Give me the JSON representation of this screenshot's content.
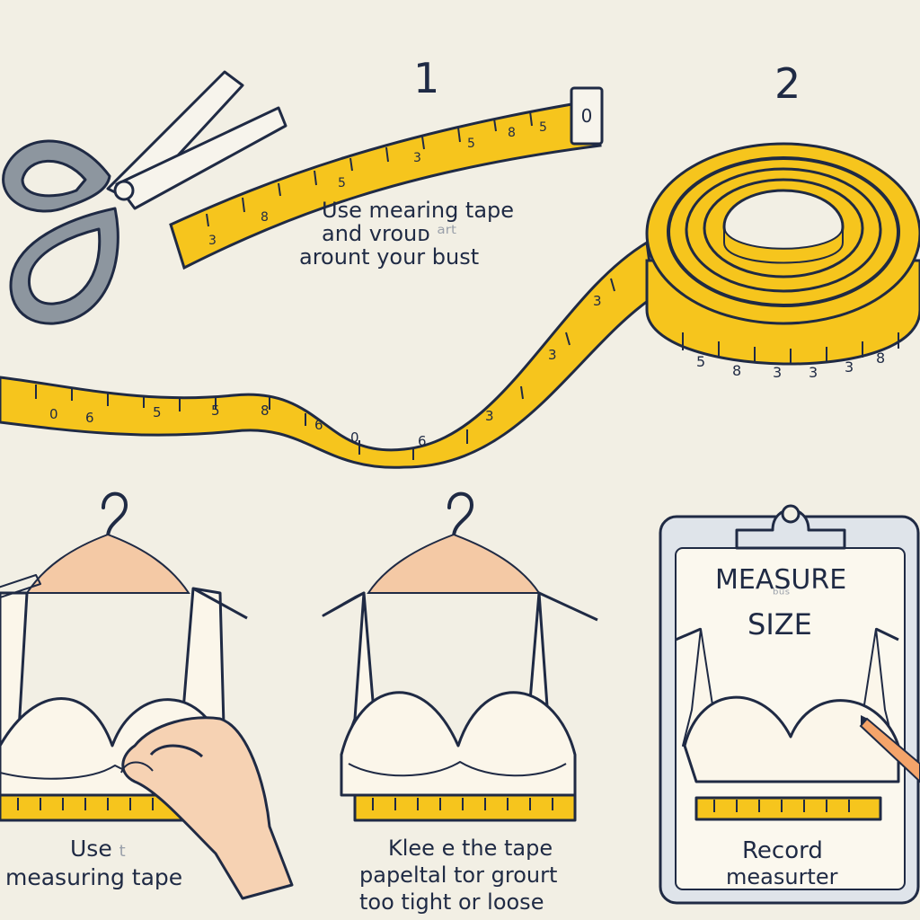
{
  "steps": {
    "one": "1",
    "two": "2"
  },
  "top_caption": {
    "line1": "Use  mearing tape",
    "line2": "and vrouᴅ",
    "line2_faded": "ᵃʳᵗ",
    "line3": "arount your bust"
  },
  "clipboard": {
    "title_line1": "MEASURE",
    "title_faded": "ᵇᵘˢ",
    "title_line2": "SIZE"
  },
  "captions": {
    "left_line1": "Use",
    "left_faded": "t",
    "left_line2": "measuring tape",
    "middle_line1": "Klee e the tape",
    "middle_line2": "papeltal tor grourt",
    "middle_line3": "too tight or loose",
    "right_line1": "Record",
    "right_line2": "measurter"
  },
  "colors": {
    "background": "#f2efe4",
    "tape": "#f6c51d",
    "outline": "#1f2a44",
    "bra": "#fbf6ea",
    "hanger": "#f4c9a5",
    "scissors": "#8d969f"
  },
  "icons": [
    "scissors-icon",
    "measuring-tape-icon",
    "tape-roll-icon",
    "hanger-icon",
    "bra-icon",
    "hand-icon",
    "clipboard-icon",
    "pencil-icon"
  ]
}
